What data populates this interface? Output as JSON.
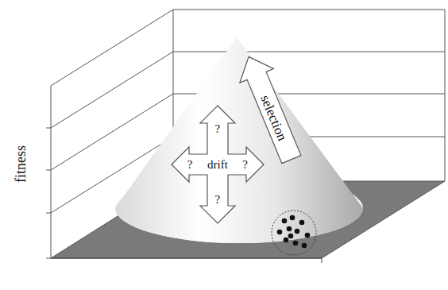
{
  "diagram": {
    "nodes": [
      {
        "text": [
          "selection"
        ]
      },
      {
        "text": [
          "?",
          "?",
          "drift",
          "?",
          "?"
        ]
      }
    ],
    "labels": [
      "fitness"
    ]
  }
}
